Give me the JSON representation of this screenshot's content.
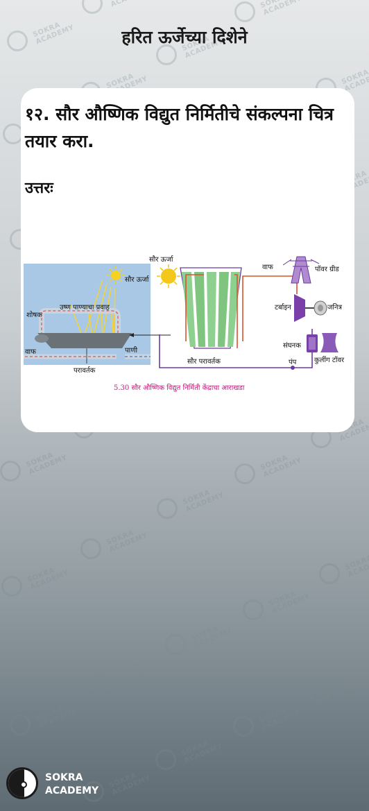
{
  "page": {
    "title": "हरित ऊर्जेच्या दिशेने"
  },
  "card": {
    "question": "१२. सौर औष्णिक विद्युत निर्मितीचे संकल्पना चित्र तयार करा.",
    "answer_label": "उत्तरः"
  },
  "figure": {
    "labels": {
      "solar_energy_top": "सौर ऊर्जा",
      "solar_energy_left": "सौर ऊर्जा",
      "absorber": "शोषक",
      "hot_water_flow": "उष्ण पाण्याचा प्रवाह",
      "steam_left": "वाफ",
      "water": "पाणी",
      "reflector": "परावर्तक",
      "solar_reflector": "सौर परावर्तक",
      "steam_right": "वाफ",
      "power_grid": "पॉवर ग्रीड",
      "turbine": "टर्बाइन",
      "generator": "जनित्र",
      "condenser": "संघनक",
      "pump": "पंप",
      "cooling_tower": "कुलींग टॉवर"
    },
    "caption": "5.30  सौर औष्णिक विद्युत निर्मिती केंद्राचा आराखडा"
  },
  "brand": {
    "line1": "SOKRA",
    "line2": "ACADEMY"
  },
  "watermark": {
    "text": "SOKRA ACADEMY"
  }
}
